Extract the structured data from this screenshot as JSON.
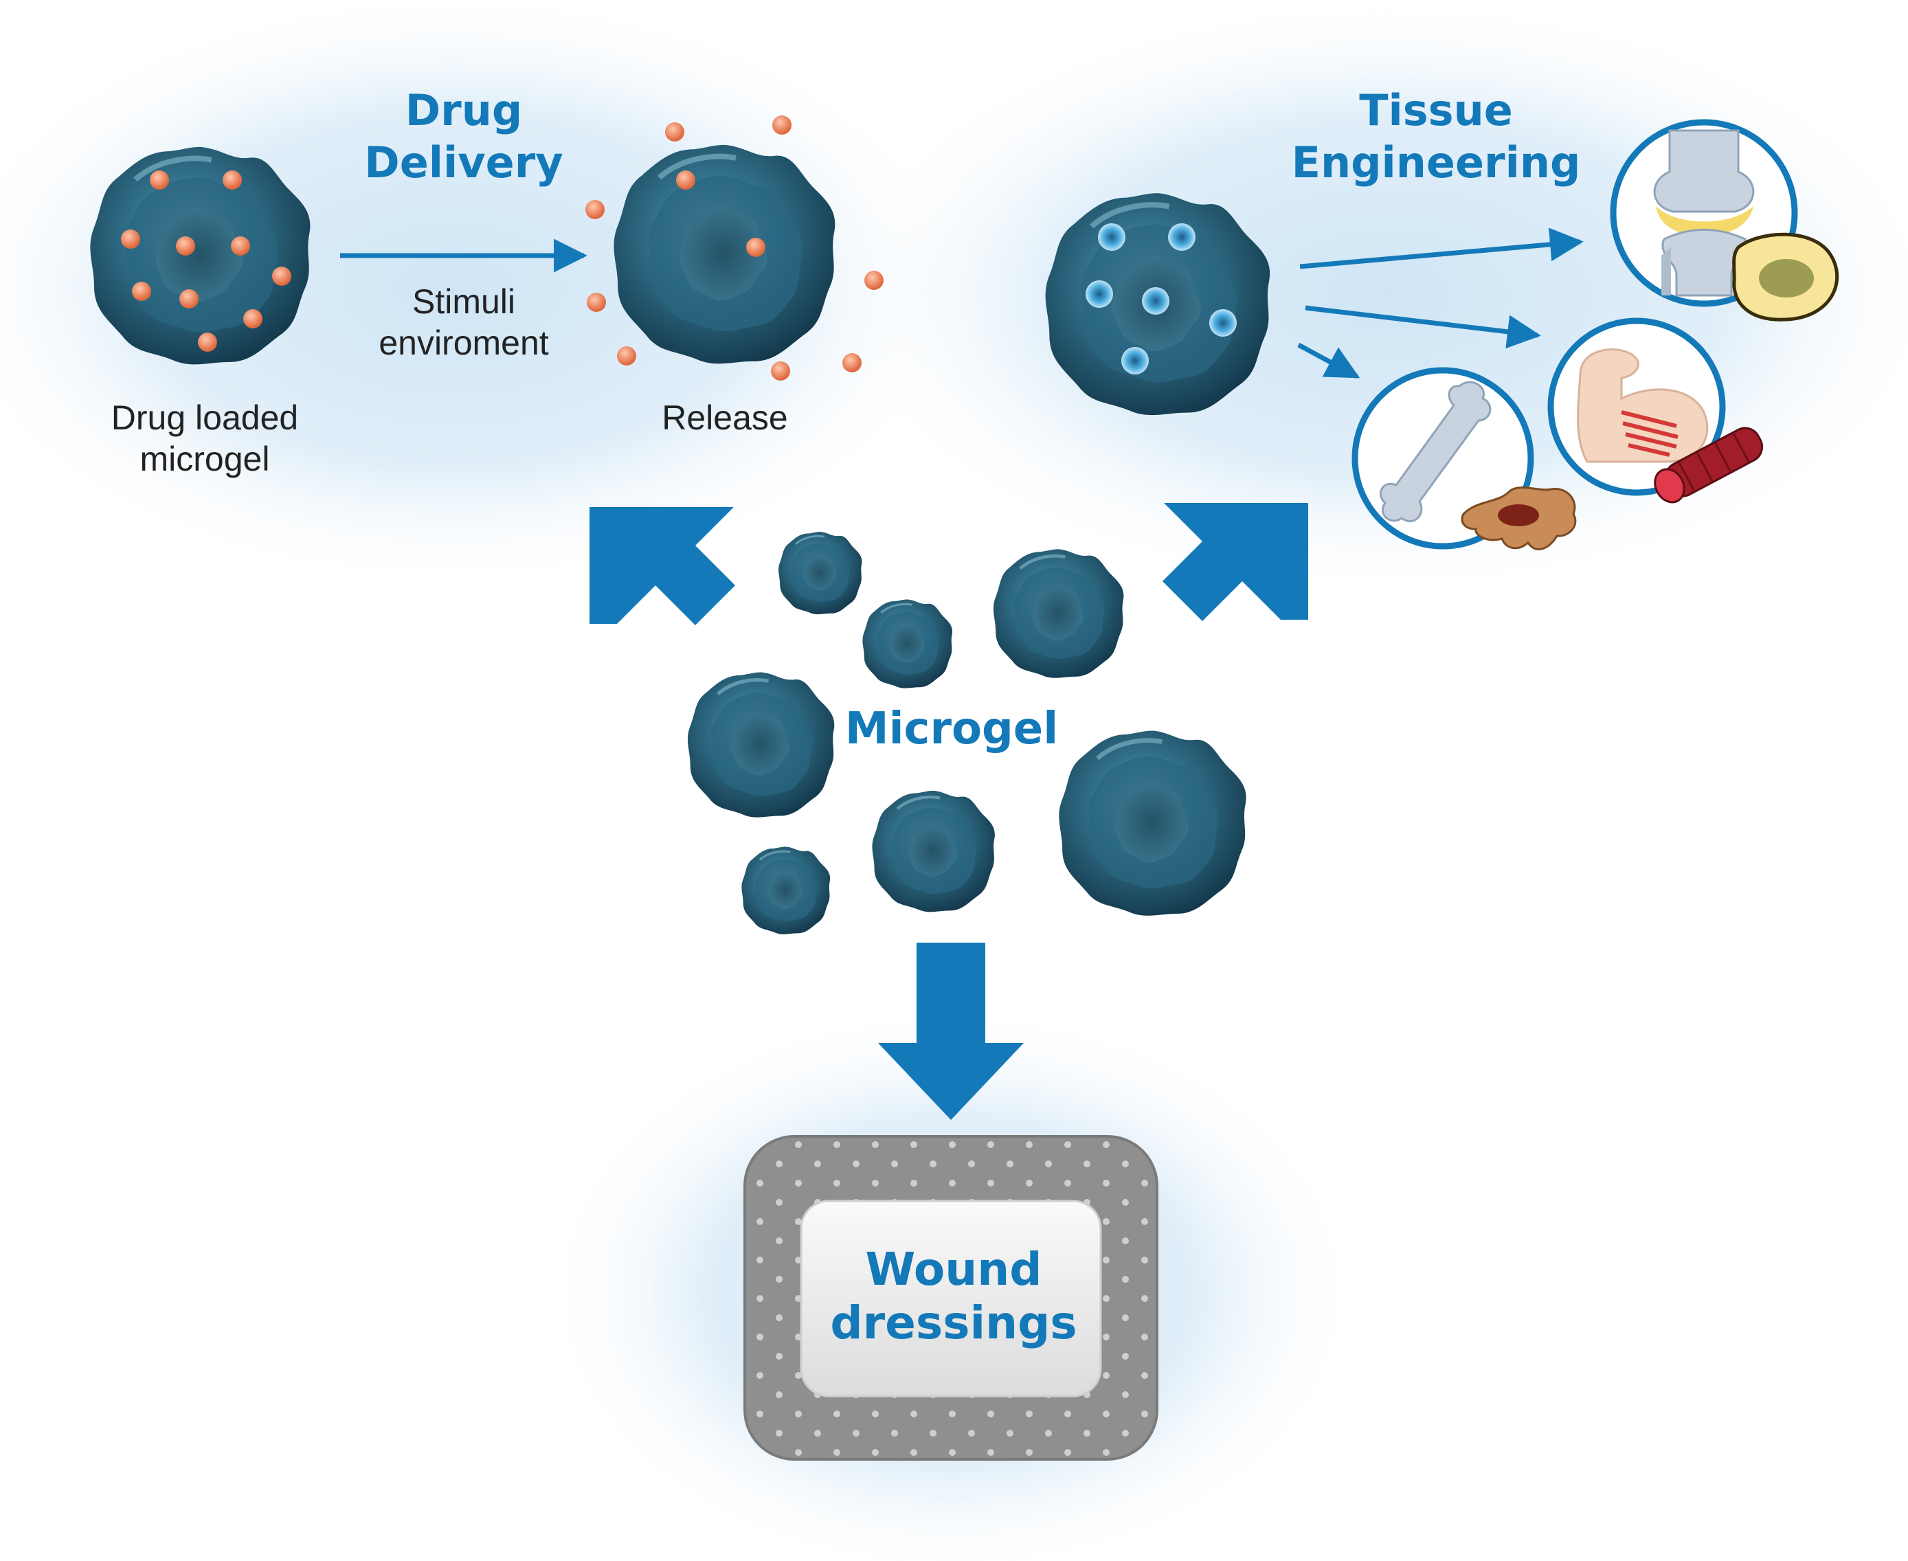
{
  "colors": {
    "accent_blue": "#1379b8",
    "halo": "#d4e8f6",
    "microgel_dark": "#133a4d",
    "microgel_mid": "#2f6d86",
    "microgel_light": "#5f9bb3",
    "drug_particle": "#f08b63",
    "cell_nucleus": "#3fa3d8",
    "dressing_gray": "#8d8d8d",
    "dressing_pad": "#eeeeee"
  },
  "center": {
    "label": "Microgel"
  },
  "drug_delivery": {
    "title_line1": "Drug",
    "title_line2": "Delivery",
    "loaded_line1": "Drug loaded",
    "loaded_line2": "microgel",
    "arrow_line1": "Stimuli",
    "arrow_line2": "enviroment",
    "release_label": "Release"
  },
  "tissue_engineering": {
    "title_line1": "Tissue",
    "title_line2": "Engineering",
    "targets": [
      "knee-joint-cartilage-icon",
      "muscle-icon",
      "bone-icon"
    ]
  },
  "wound": {
    "line1": "Wound",
    "line2": "dressings"
  }
}
